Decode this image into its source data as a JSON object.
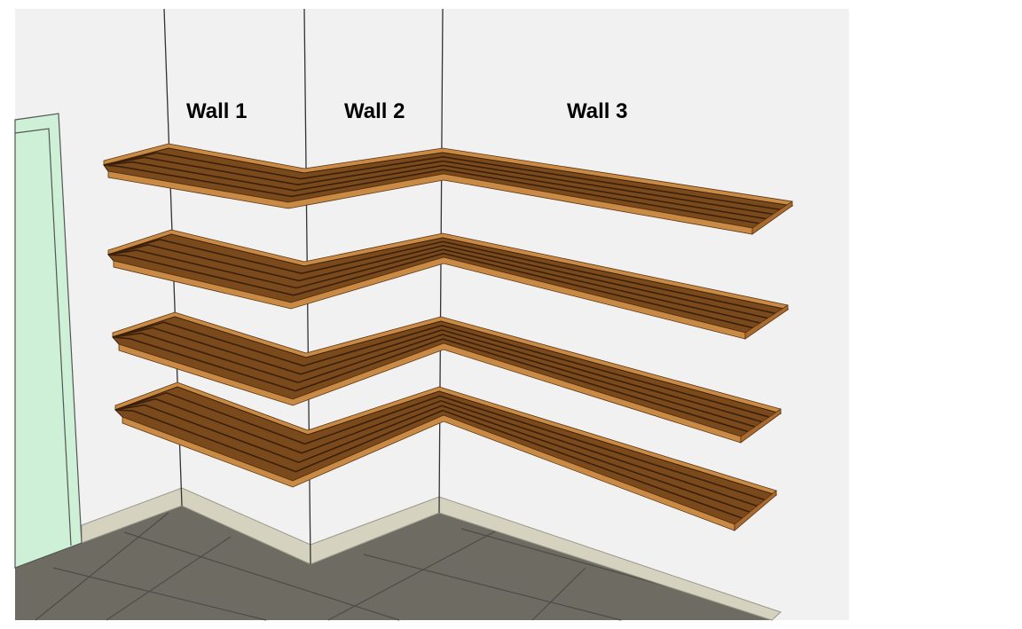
{
  "labels": {
    "wall1": "Wall 1",
    "wall2": "Wall 2",
    "wall3": "Wall 3"
  },
  "colors": {
    "wall": "#f1f1f1",
    "floor": "#6e6b62",
    "baseboard": "#d6d2c0",
    "door": "#cdf0d6",
    "wood_top": "#7a4a1c",
    "wood_front": "#c98a45",
    "slat_gap": "#3a200a"
  },
  "shelf_count": 4
}
